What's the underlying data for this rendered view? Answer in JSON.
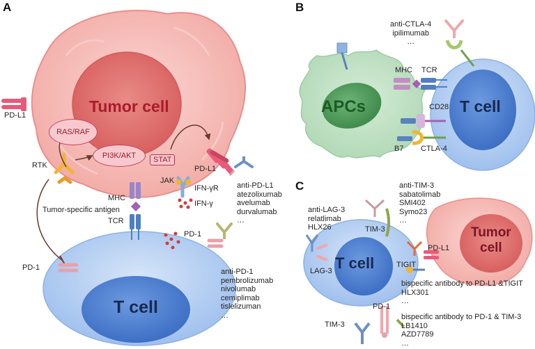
{
  "panels": {
    "a": "A",
    "b": "B",
    "c": "C"
  },
  "panel_a": {
    "tumor_cell": "Tumor cell",
    "t_cell": "T cell",
    "pd_l1_left": "PD-L1",
    "ras_raf": "RAS/RAF",
    "pi3k_akt": "PI3K/AKT",
    "stat": "STAT",
    "rtk": "RTK",
    "jak": "JAK",
    "pd_l1_right": "PD-L1",
    "ifn_gamma_r": "IFN-γR",
    "ifn_gamma": "IFN-γ",
    "mhc": "MHC",
    "tumor_antigen": "Tumor-specific antigen",
    "tcr": "TCR",
    "pd1_right": "PD-1",
    "pd1_left": "PD-1",
    "anti_pdl1": [
      "anti-PD-L1",
      "atezolixumab",
      "avelumab",
      "durvalumab",
      "…"
    ],
    "anti_pd1": [
      "anti-PD-1",
      "pembrolizumab",
      "nivolumab",
      "cemiplimab",
      "tislelizuman",
      "…"
    ]
  },
  "panel_b": {
    "apcs": "APCs",
    "t_cell": "T cell",
    "anti_ctla4": [
      "anti-CTLA-4",
      "ipilimumab",
      "…"
    ],
    "mhc": "MHC",
    "tcr": "TCR",
    "cd28": "CD28",
    "b7": "B7",
    "ctla4": "CTLA-4"
  },
  "panel_c": {
    "t_cell": "T cell",
    "tumor_cell": [
      "Tumor",
      "cell"
    ],
    "anti_lag3": [
      "anti-LAG-3",
      "relatlimab",
      "HLX26"
    ],
    "anti_tim3": [
      "anti-TIM-3",
      "sabatolimab",
      "SMI402",
      "Symo23",
      "…"
    ],
    "tim3_top": "TIM-3",
    "pd_l1": "PD-L1",
    "tigit": "TIGIT",
    "lag3": "LAG-3",
    "pd1": "PD-1",
    "tim3_bottom": "TIM-3",
    "bispecific_pdl1_tigit": [
      "bispecific antibody to PD-L1 &TIGIT",
      "HLX301",
      "…"
    ],
    "bispecific_pd1_tim3": [
      "bispecific antibody to PD-1 & TIM-3",
      "LB1410",
      "AZD7789",
      "…"
    ]
  },
  "colors": {
    "tumor": "#f3b0ac",
    "nucleus_tumor": "#df6b68",
    "tcell": "#a9c6ef",
    "nucleus_tcell": "#4b7fd0",
    "apc": "#bfe0c4",
    "nucleus_apc": "#4e9a5a"
  }
}
